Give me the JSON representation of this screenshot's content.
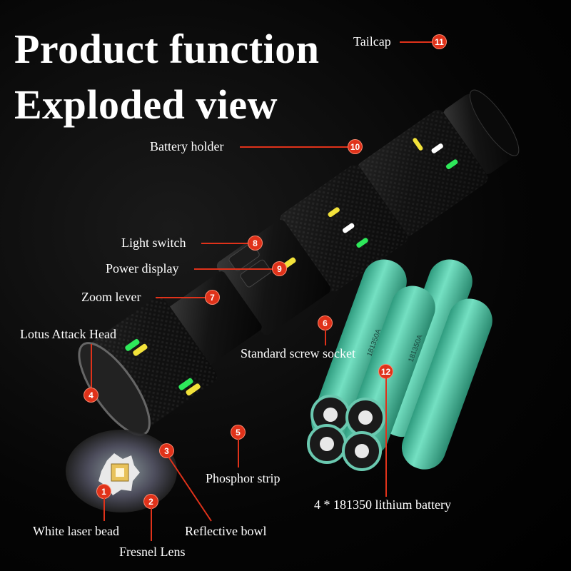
{
  "title": {
    "line1": "Product function",
    "line2": "Exploded view"
  },
  "parts": [
    {
      "num": "1",
      "label": "White laser bead"
    },
    {
      "num": "2",
      "label": "Fresnel Lens"
    },
    {
      "num": "3",
      "label": "Reflective bowl"
    },
    {
      "num": "4",
      "label": "Lotus Attack Head"
    },
    {
      "num": "5",
      "label": "Phosphor strip"
    },
    {
      "num": "6",
      "label": "Standard screw socket"
    },
    {
      "num": "7",
      "label": "Zoom lever"
    },
    {
      "num": "8",
      "label": "Light switch"
    },
    {
      "num": "9",
      "label": "Power display"
    },
    {
      "num": "10",
      "label": "Battery holder"
    },
    {
      "num": "11",
      "label": "Tailcap"
    },
    {
      "num": "12",
      "label": "4 * 181350 lithium battery"
    }
  ],
  "battery_print": "181350A",
  "colors": {
    "badge": "#e0321a",
    "battery": "#4fc9a4",
    "phosphor_green": "#2ee85a",
    "phosphor_yellow": "#f2e23a"
  }
}
